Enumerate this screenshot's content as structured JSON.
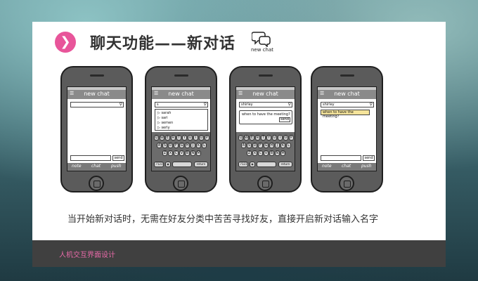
{
  "slide": {
    "title": "聊天功能——新对话",
    "icon_caption": "new chat",
    "caption": "当开始新对话时，无需在好友分类中苦苦寻找好友，直接开启新对话输入名字",
    "footer": "人机交互界面设计",
    "accent_color": "#e8559a"
  },
  "phones": [
    {
      "nav_title": "new chat",
      "bottom_items": [
        "note",
        "chat",
        "push"
      ],
      "send_label": "send"
    },
    {
      "nav_title": "new chat",
      "search_text": "s",
      "contacts": [
        "sarah",
        "sari",
        "semen",
        "serly"
      ],
      "keyboard_row1": [
        "Q",
        "W",
        "E",
        "R",
        "T",
        "Y",
        "U",
        "I",
        "O",
        "P"
      ],
      "keyboard_row2": [
        "A",
        "S",
        "D",
        "F",
        "G",
        "H",
        "J",
        "K",
        "L"
      ],
      "keyboard_row3": [
        "Z",
        "X",
        "C",
        "V",
        "B",
        "N",
        "M"
      ],
      "key_123": ".?123",
      "key_return": "return"
    },
    {
      "nav_title": "new chat",
      "search_text": "shirley",
      "message_text": "when to have the meeting?",
      "send_label": "send",
      "keyboard_row1": [
        "Q",
        "W",
        "E",
        "R",
        "T",
        "Y",
        "U",
        "I",
        "O",
        "P"
      ],
      "keyboard_row2": [
        "A",
        "S",
        "D",
        "F",
        "G",
        "H",
        "J",
        "K",
        "L"
      ],
      "keyboard_row3": [
        "Z",
        "X",
        "C",
        "V",
        "B",
        "N",
        "M"
      ],
      "key_123": ".?123",
      "key_return": "return"
    },
    {
      "nav_title": "new chat",
      "search_text": "shirley",
      "sent_message": "when to have the meeting?",
      "bottom_items": [
        "note",
        "chat",
        "push"
      ],
      "send_label": "send"
    }
  ]
}
